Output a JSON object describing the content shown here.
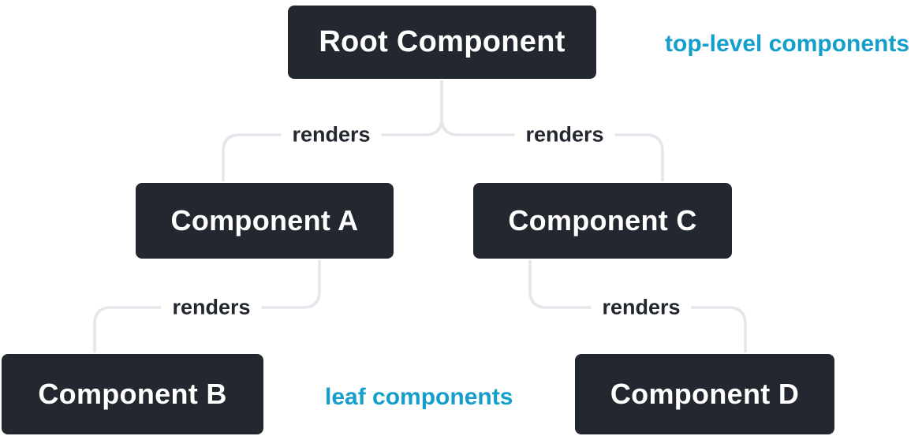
{
  "diagram": {
    "nodes": {
      "root": {
        "label": "Root Component"
      },
      "a": {
        "label": "Component A"
      },
      "b": {
        "label": "Component B"
      },
      "c": {
        "label": "Component C"
      },
      "d": {
        "label": "Component D"
      }
    },
    "edges": {
      "root_a": {
        "from": "Root Component",
        "to": "Component A",
        "label": "renders"
      },
      "root_c": {
        "from": "Root Component",
        "to": "Component C",
        "label": "renders"
      },
      "a_b": {
        "from": "Component A",
        "to": "Component B",
        "label": "renders"
      },
      "c_d": {
        "from": "Component C",
        "to": "Component D",
        "label": "renders"
      }
    },
    "annotations": {
      "top_level": {
        "text": "top-level components"
      },
      "leaf": {
        "text": "leaf components"
      }
    },
    "colors": {
      "node_bg": "#23272F",
      "node_text": "#FFFFFF",
      "node_border": "#FFFFFF",
      "line": "#E3E6EA",
      "edge_label_text": "#23272F",
      "background": "#FFFFFF",
      "annotation": "#149ECA"
    }
  }
}
